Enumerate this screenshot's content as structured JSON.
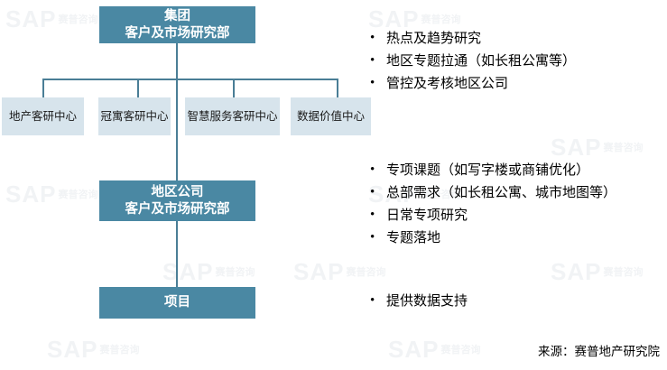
{
  "diagram": {
    "nodes": {
      "group_dept": {
        "line1": "集团",
        "line2": "客户及市场研究部"
      },
      "region_dept": {
        "line1": "地区公司",
        "line2": "客户及市场研究部"
      },
      "project": {
        "line1": "项目"
      },
      "centers": [
        {
          "label": "地产客研中心"
        },
        {
          "label": "冠寓客研中心"
        },
        {
          "label": "智慧服务客研中心"
        },
        {
          "label": "数据价值中心"
        }
      ]
    },
    "bullet_groups": [
      {
        "items": [
          "热点及趋势研究",
          "地区专题拉通（如长租公寓等）",
          "管控及考核地区公司"
        ]
      },
      {
        "items": [
          "专项课题（如写字楼或商铺优化）",
          "总部需求（如长租公寓、城市地图等）",
          "日常专项研究",
          "专题落地"
        ]
      },
      {
        "items": [
          "提供数据支持"
        ]
      }
    ],
    "source_note": "来源：赛普地产研究院",
    "watermark": {
      "text": "SAP",
      "subtext": "赛普咨询"
    },
    "colors": {
      "node_dark": "#4a88a3",
      "node_light": "#d7e4ec",
      "connector": "#4a7e96",
      "text_light": "#ffffff",
      "text_dark": "#1a1a1a",
      "watermark": "#f1f3f5"
    }
  }
}
